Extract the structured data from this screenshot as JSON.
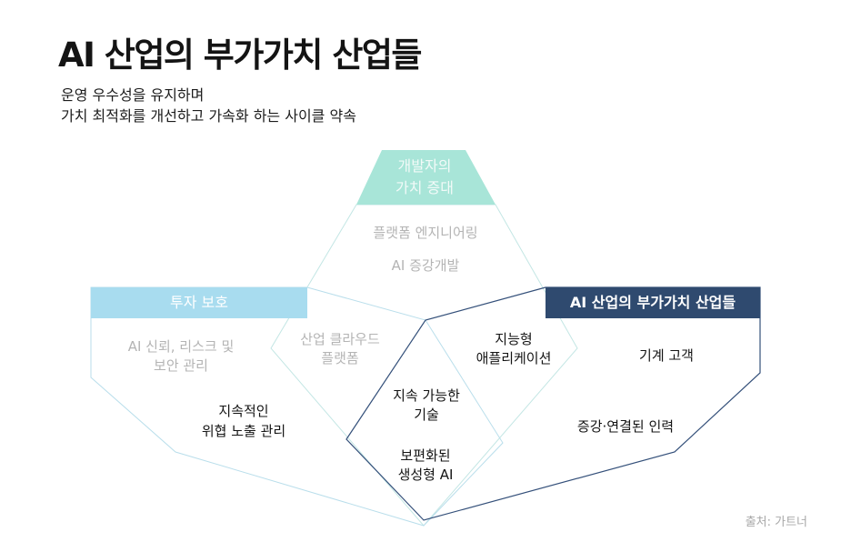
{
  "title": "AI 산업의 부가가치 산업들",
  "subtitle": [
    "운영 우수성을 유지하며",
    "가치 최적화를 개선하고 가속화 하는 사이클 약속"
  ],
  "diagram": {
    "themes": {
      "top": {
        "label": [
          "개발자의",
          "가치 증대"
        ]
      },
      "left": {
        "label": "투자 보호"
      },
      "right": {
        "label": "AI 산업의 부가가치 산업들"
      }
    },
    "items": {
      "platform_engineering": "플랫폼 엔지니어링",
      "ai_augmented_development": "AI 증강개발",
      "industry_cloud_platforms": [
        "산업 클라우드",
        "플랫폼"
      ],
      "ai_trism": [
        "AI 신뢰, 리스크 및",
        "보안 관리"
      ],
      "threat_exposure_management": [
        "지속적인",
        "위협 노출 관리"
      ],
      "sustainable_technology": [
        "지속 가능한",
        "기술"
      ],
      "intelligent_applications": [
        "지능형",
        "애플리케이션"
      ],
      "machine_customers": "기계 고객",
      "augmented_connected_workforce": "증강·연결된 인력",
      "democratized_generative_ai": [
        "보편화된",
        "생성형 AI"
      ]
    }
  },
  "source": "출처: 가트너",
  "colors": {
    "developer_header": "#a8e5d8",
    "developer_outline": "#c3e6e4",
    "developer_header_text": "#f2faf8",
    "investment_header": "#a8dcef",
    "investment_outline": "#b9deeb",
    "value_header": "#2f4a6f",
    "value_outline": "#34507a",
    "header_text": "#ffffff",
    "muted_text": "#b4b4b4",
    "text": "#141414",
    "subtitle_text": "#1c1c1c",
    "source_text": "#a8a8a8"
  }
}
